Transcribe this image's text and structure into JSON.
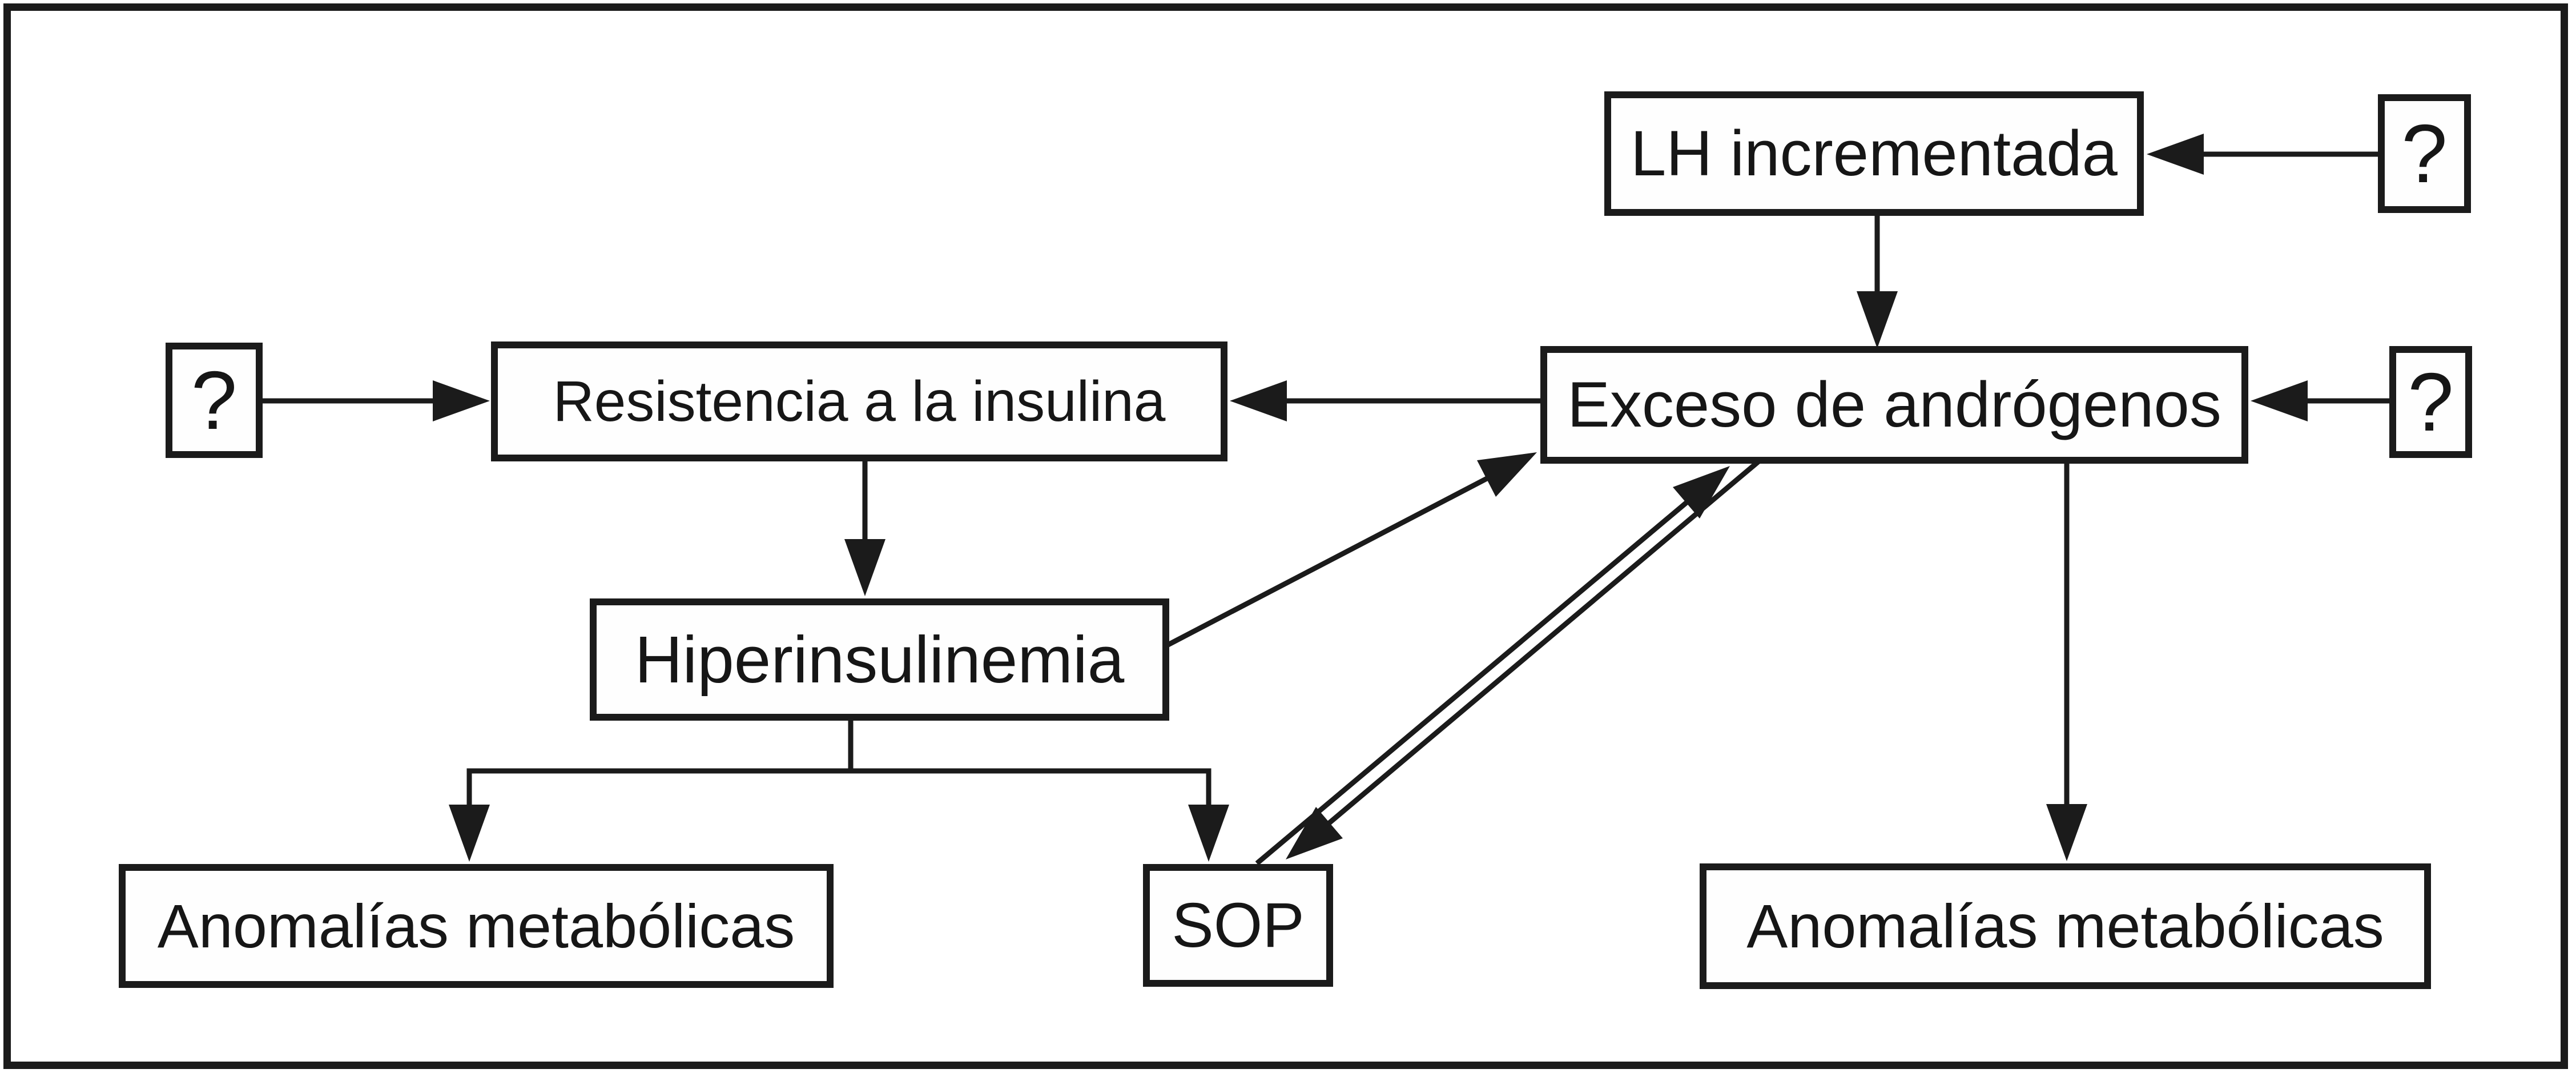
{
  "figure": {
    "type": "flowchart",
    "language": "es",
    "background": "#ffffff",
    "line_color": "#1b1b1b",
    "text_color": "#161616"
  },
  "nodes": {
    "q_top": {
      "label": "?"
    },
    "lh": {
      "label": "LH incrementada"
    },
    "q_left": {
      "label": "?"
    },
    "resistencia": {
      "label": "Resistencia a la insulina"
    },
    "exceso": {
      "label": "Exceso de andrógenos"
    },
    "q_right": {
      "label": "?"
    },
    "hiperinsulinemia": {
      "label": "Hiperinsulinemia"
    },
    "anomalias_left": {
      "label": "Anomalías metabólicas"
    },
    "sop": {
      "label": "SOP"
    },
    "anomalias_right": {
      "label": "Anomalías metabólicas"
    }
  },
  "edges": [
    {
      "from": "?",
      "to": "LH incrementada",
      "type": "arrow"
    },
    {
      "from": "LH incrementada",
      "to": "Exceso de andrógenos",
      "type": "arrow"
    },
    {
      "from": "?",
      "to": "Resistencia a la insulina",
      "type": "arrow"
    },
    {
      "from": "Exceso de andrógenos",
      "to": "Resistencia a la insulina",
      "type": "arrow"
    },
    {
      "from": "?",
      "to": "Exceso de andrógenos",
      "type": "arrow"
    },
    {
      "from": "Resistencia a la insulina",
      "to": "Hiperinsulinemia",
      "type": "arrow"
    },
    {
      "from": "Hiperinsulinemia",
      "to": "Exceso de andrógenos",
      "type": "arrow"
    },
    {
      "from": "Hiperinsulinemia",
      "to": "Anomalías metabólicas (izquierda)",
      "type": "arrow"
    },
    {
      "from": "Hiperinsulinemia",
      "to": "SOP",
      "type": "arrow"
    },
    {
      "from": "SOP",
      "to": "Exceso de andrógenos",
      "type": "arrow"
    },
    {
      "from": "Exceso de andrógenos",
      "to": "SOP",
      "type": "arrow"
    },
    {
      "from": "Exceso de andrógenos",
      "to": "Anomalías metabólicas (derecha)",
      "type": "arrow"
    }
  ]
}
